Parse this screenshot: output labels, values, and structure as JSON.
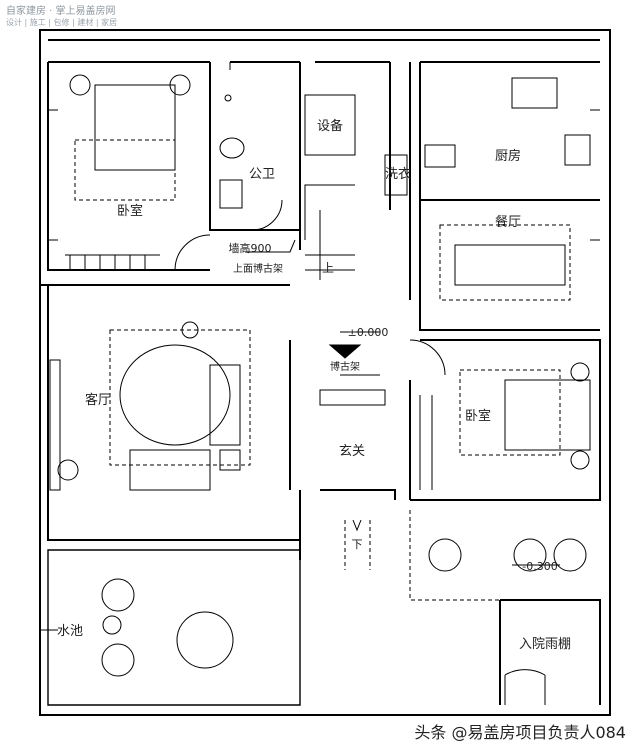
{
  "watermark": {
    "title": "自家建房 · 掌上易盖房网",
    "tags": "设计 | 施工 | 包修 | 建材 | 家居"
  },
  "rooms": {
    "bedroom_nw": "卧室",
    "toilet": "公卫",
    "equipment": "设备",
    "kitchen": "厨房",
    "laundry": "洗衣",
    "dining": "餐厅",
    "living": "客厅",
    "bedroom_e": "卧室",
    "entrance": "玄关",
    "pool": "水池",
    "carport": "入院雨棚"
  },
  "annotations": {
    "wall_height": "墙高900",
    "shelf_above": "上面博古架",
    "shelf": "博古架",
    "stair_up": "上",
    "level_main": "±0.000",
    "level_step": "-0.300",
    "step_down": "下"
  },
  "footer": {
    "credit": "头条 @易盖房项目负责人084"
  }
}
